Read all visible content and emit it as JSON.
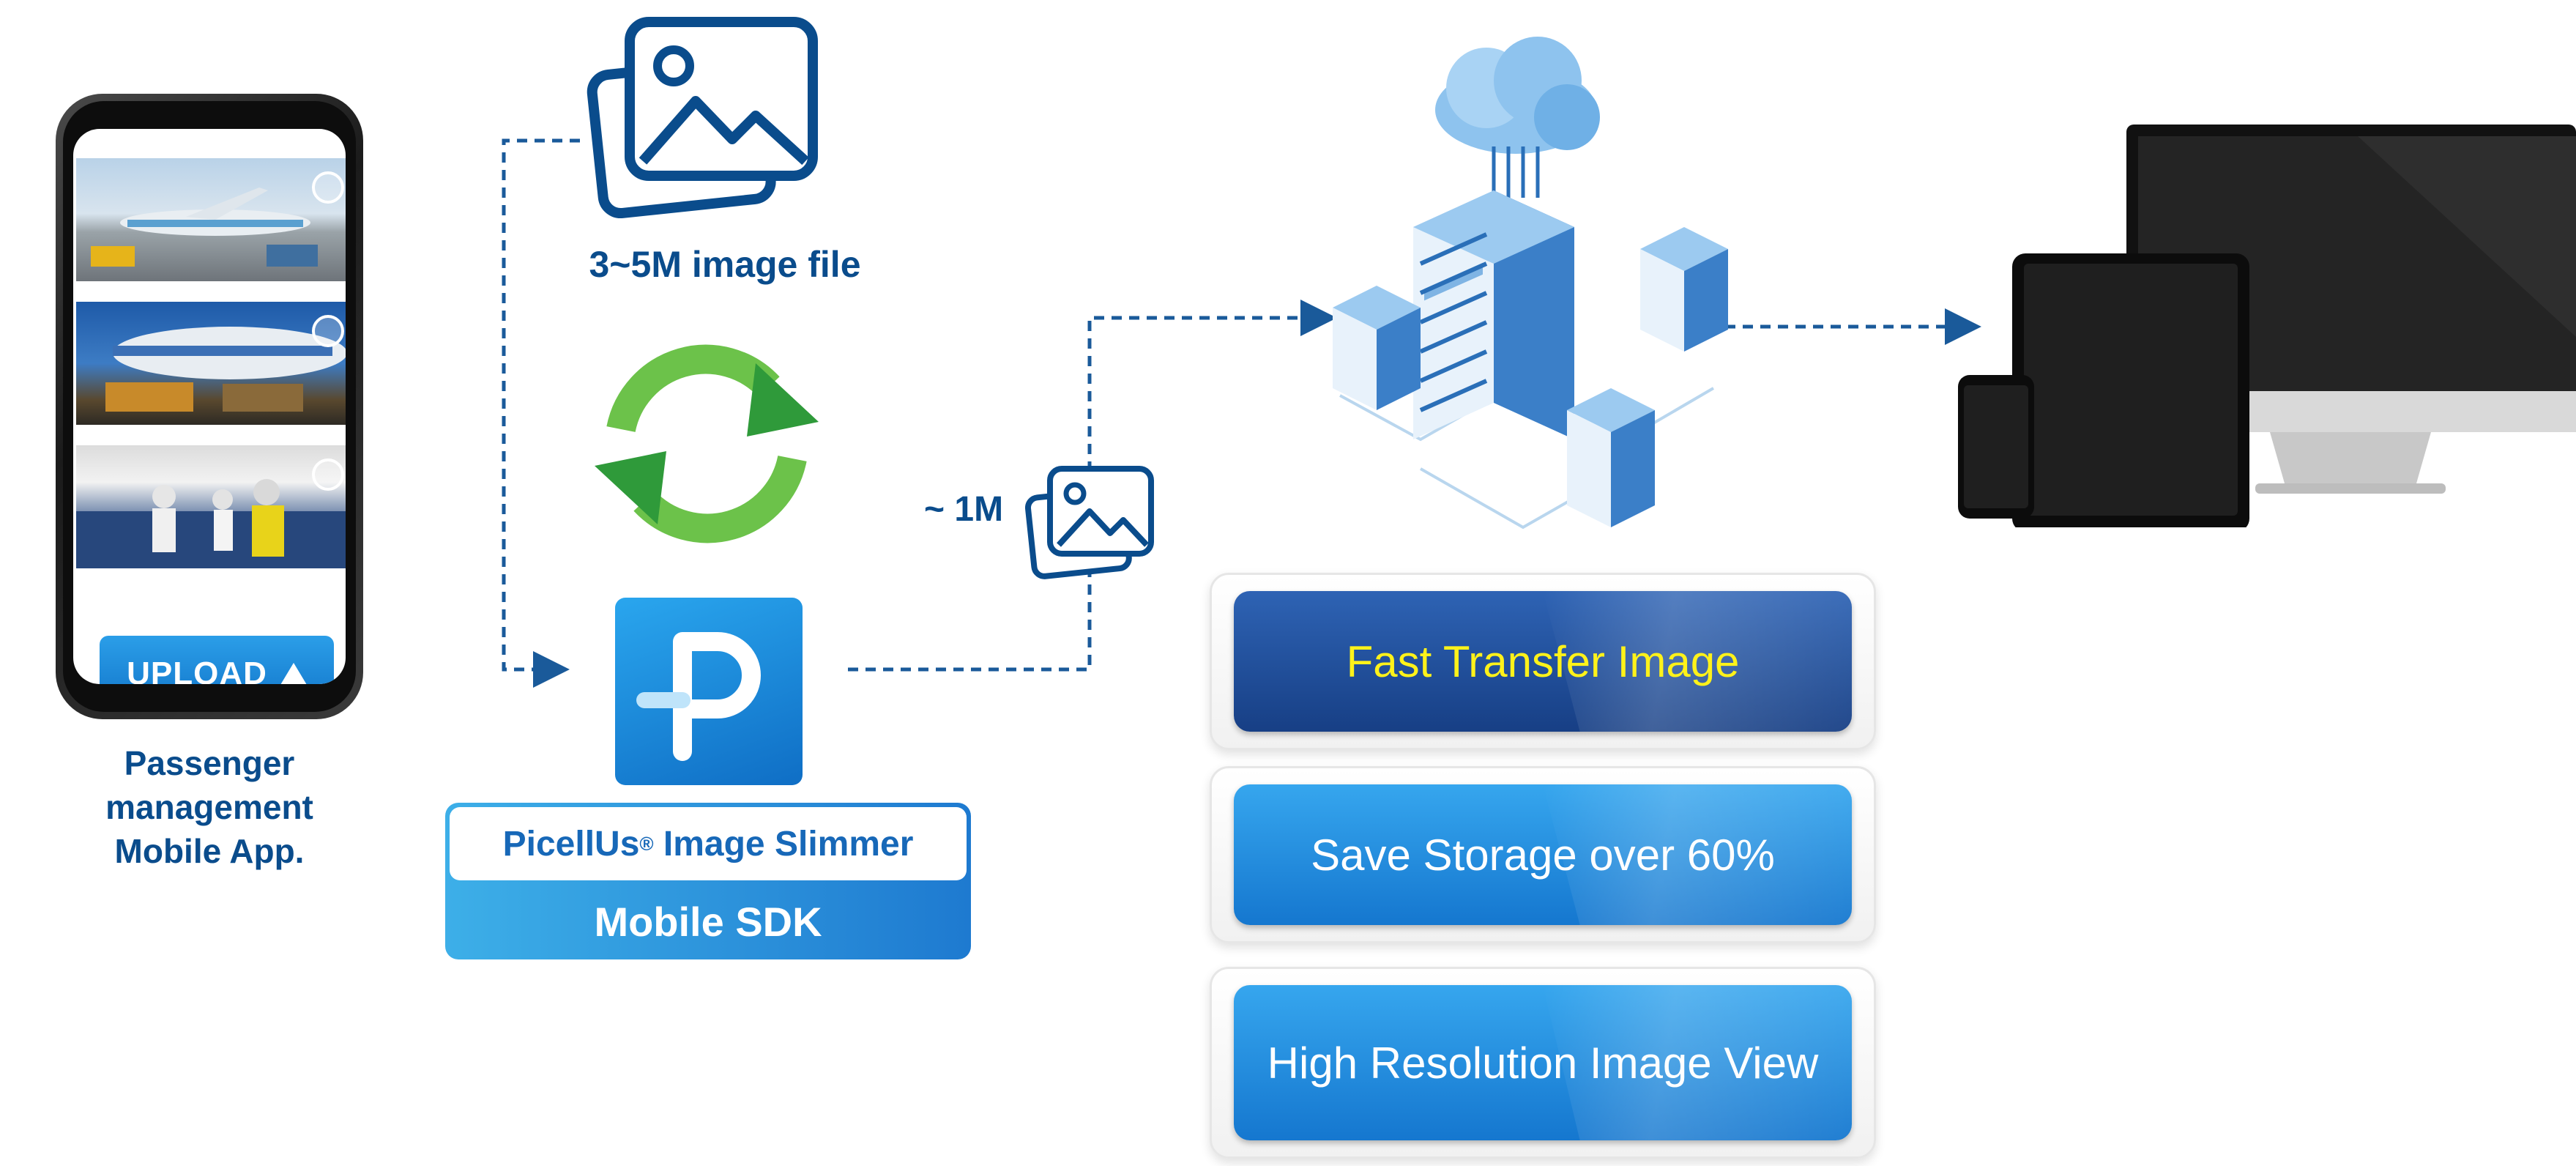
{
  "phone": {
    "upload_label": "UPLOAD",
    "caption_lines": [
      "Passenger",
      "management",
      "Mobile App."
    ]
  },
  "flow": {
    "original_size_label": "3~5M image file",
    "compressed_size_label": "~ 1M"
  },
  "sdk": {
    "product_name": "PicellUs",
    "registered_mark": "®",
    "product_suffix": " Image Slimmer",
    "platform": "Mobile SDK"
  },
  "features": [
    {
      "label": "Fast Transfer Image",
      "text_color": "#fff21a",
      "bg": "#1a4f9e"
    },
    {
      "label": "Save Storage over 60%",
      "text_color": "#ffffff",
      "bg": "#1d8fe0"
    },
    {
      "label": "High Resolution Image View",
      "text_color": "#ffffff",
      "bg": "#1d8fe0"
    }
  ],
  "colors": {
    "primary_blue": "#0a4c8c",
    "arrow_blue": "#1a5a9a",
    "sync_green": "#6cc24a"
  },
  "icons": [
    "image-file-icon",
    "sync-icon",
    "picellus-logo-icon",
    "small-image-icon",
    "cloud-server-icon",
    "devices-icon"
  ]
}
